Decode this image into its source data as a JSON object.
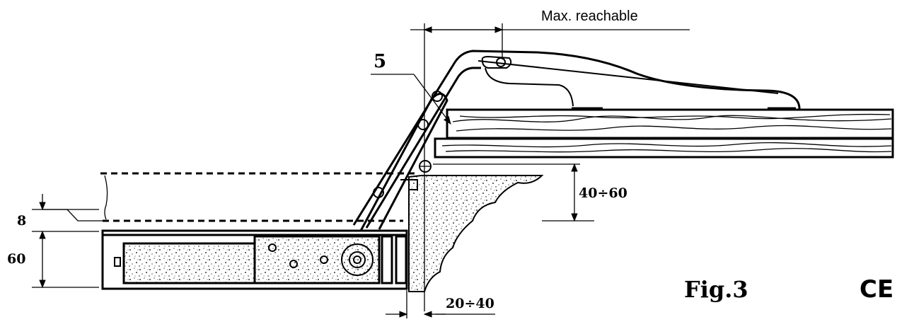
{
  "labels": {
    "max_reachable": "Max. reachable",
    "callout_number": "5",
    "dim_slot_height": "8",
    "dim_cover_height": "60",
    "dim_top_offset": "40÷60",
    "dim_edge_offset": "20÷40",
    "figure_label": "Fig.3",
    "ce_mark": "CE"
  }
}
